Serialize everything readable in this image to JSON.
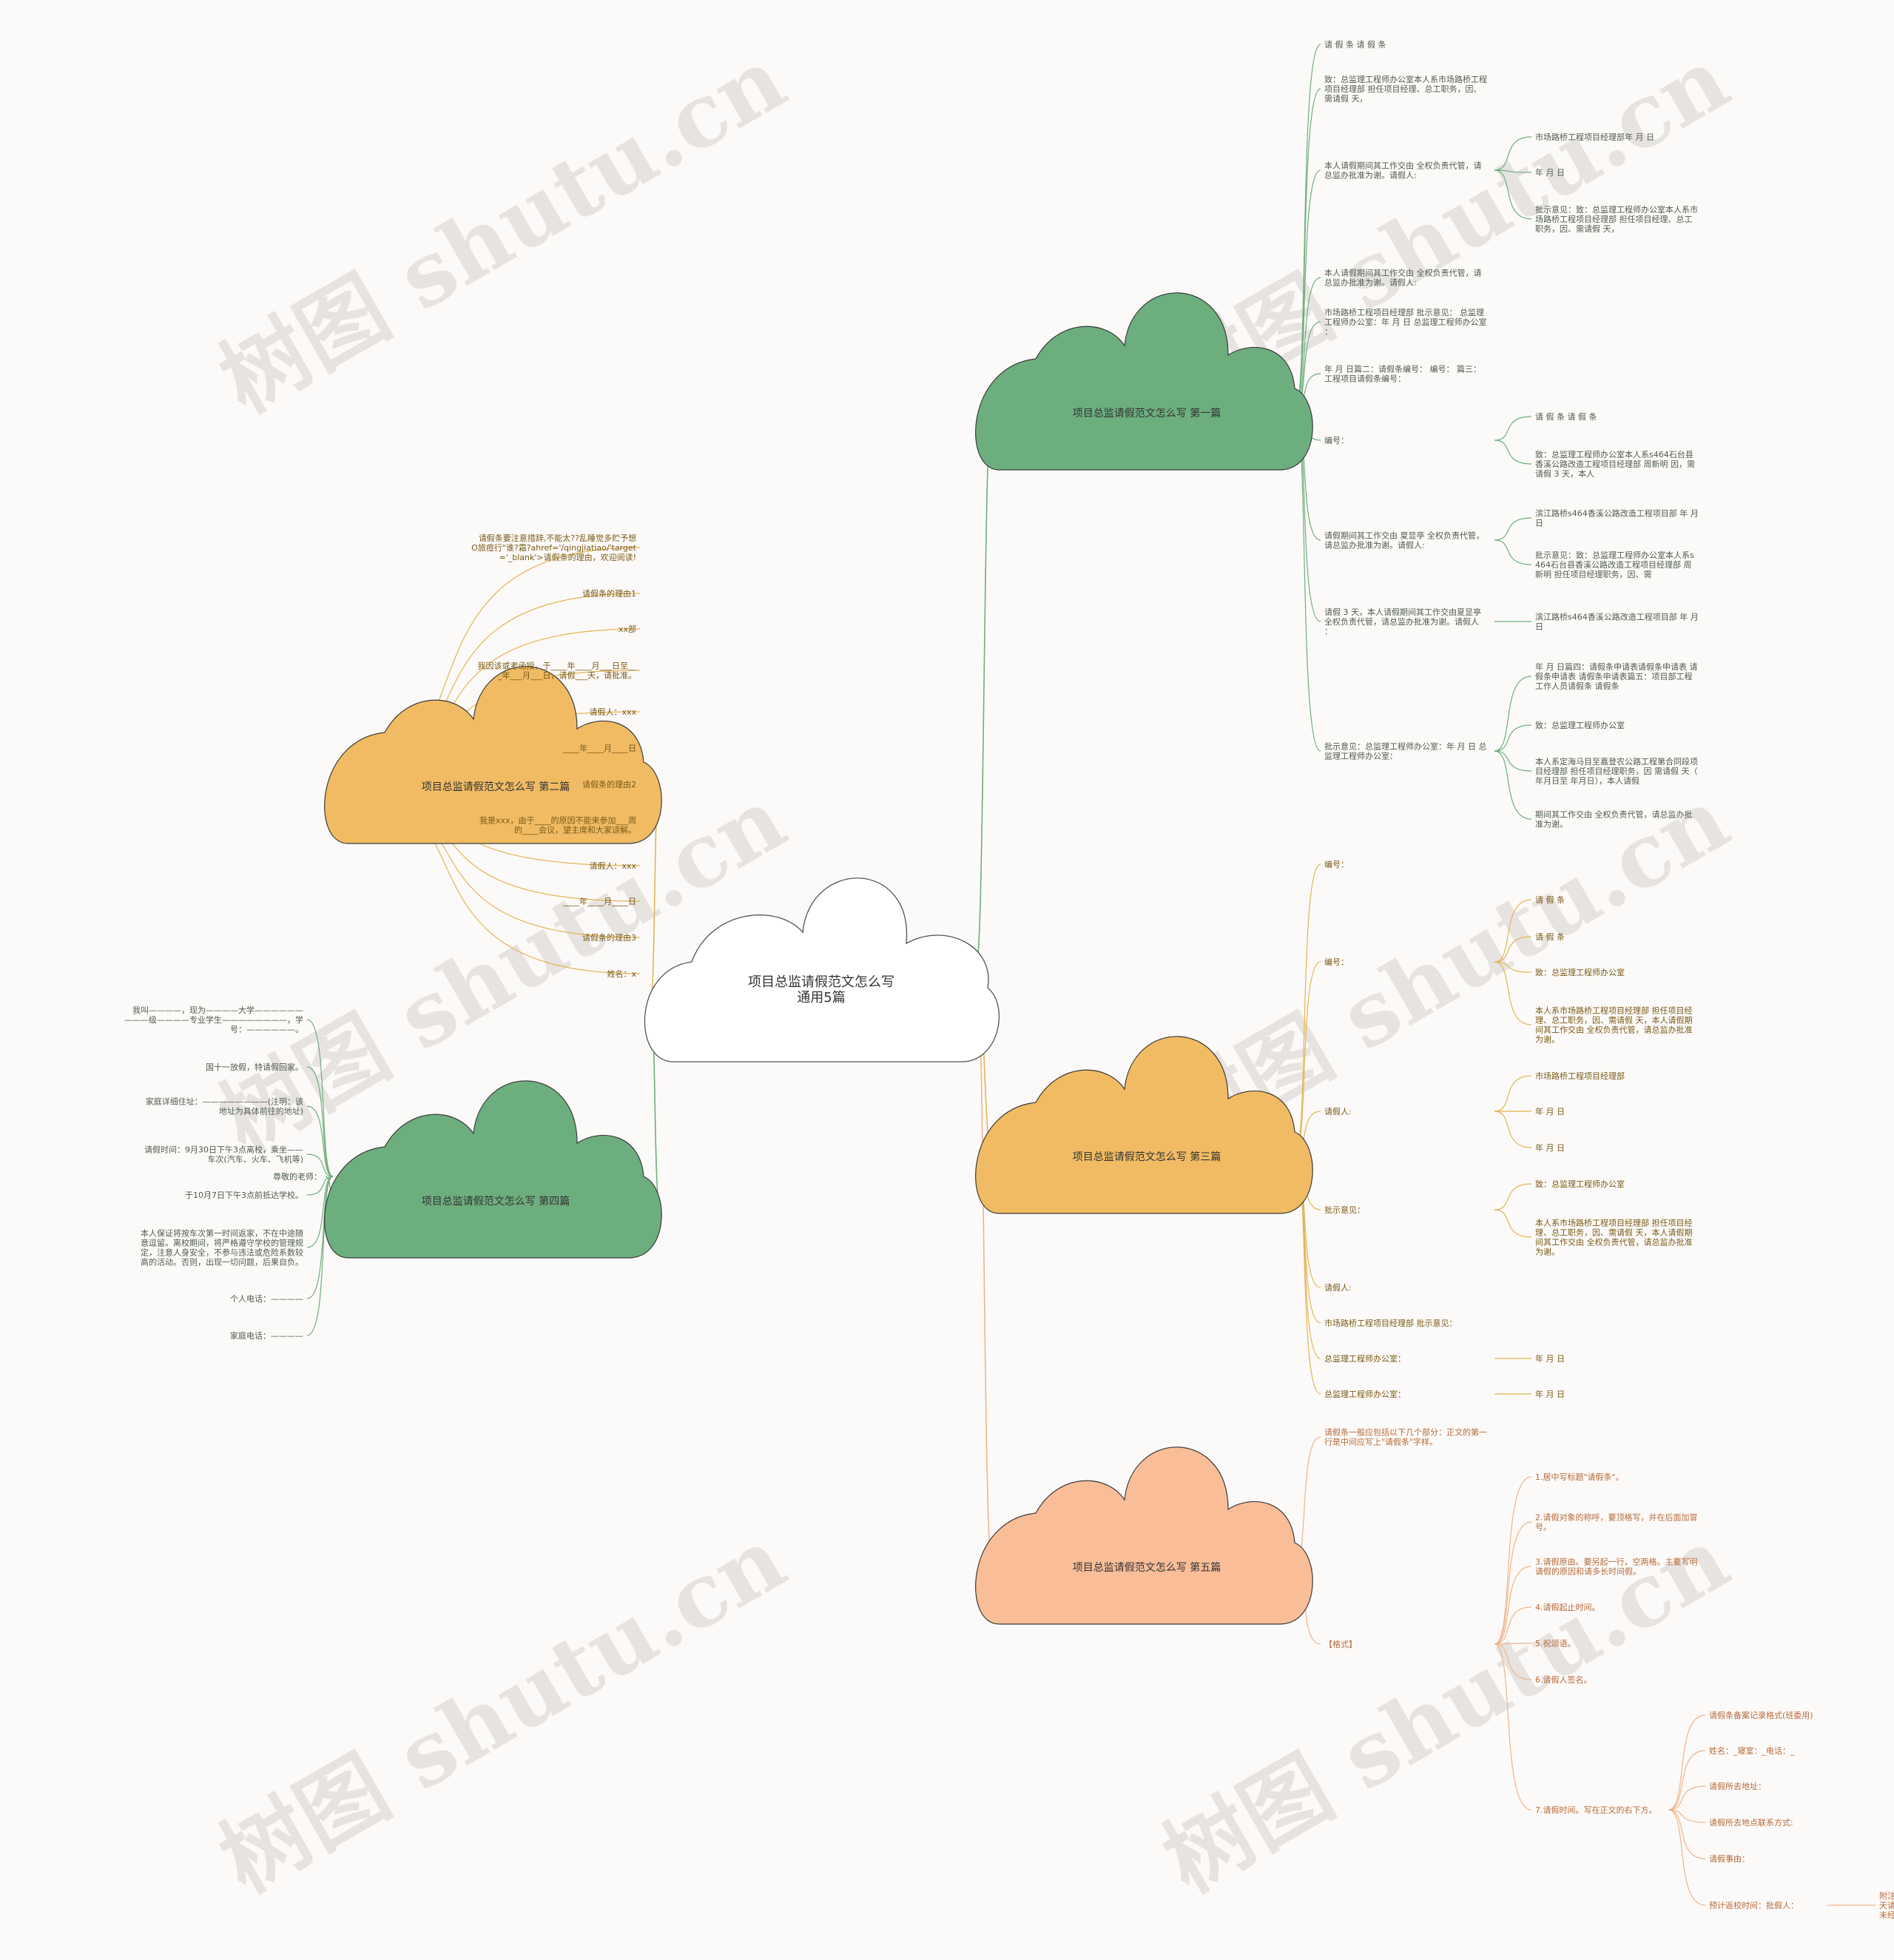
{
  "watermark": "树图 shutu.cn",
  "root": {
    "lines": [
      "项目总监请假范文怎么写",
      "通用5篇"
    ]
  },
  "colors": {
    "green": "#6dae7e",
    "orange": "#f0bb63",
    "salmon": "#f9bd98",
    "green_line": "#6dae7e",
    "orange_line": "#e3b455",
    "salmon_line": "#eeb48c",
    "green_text": "#4f5a52",
    "orange_text": "#7a5a18",
    "salmon_text": "#b56a3a"
  },
  "branches": [
    {
      "id": "b1",
      "title": "项目总监请假范文怎么写 第一篇",
      "color": "green",
      "children": [
        {
          "t": [
            "请 假 条 请 假 条"
          ]
        },
        {
          "t": [
            "致：总监理工程师办公室本人系市场路桥工程",
            "项目经理部 担任项目经理、总工职务，因、",
            "需请假 天，"
          ]
        },
        {
          "t": [
            "本人请假期间其工作交由 全权负责代管，请",
            "总监办批准为谢。请假人:"
          ],
          "children": [
            {
              "t": [
                "市场路桥工程项目经理部年 月 日"
              ]
            },
            {
              "t": [
                "年 月 日"
              ]
            },
            {
              "t": [
                "批示意见：致：总监理工程师办公室本人系市",
                "场路桥工程项目经理部 担任项目经理、总工",
                "职务，因、需请假 天，"
              ]
            }
          ]
        },
        {
          "t": [
            "本人请假期间其工作交由 全权负责代管，请",
            "总监办批准为谢。请假人:"
          ]
        },
        {
          "t": [
            "市场路桥工程项目经理部 批示意见：  总监理",
            "工程师办公室：年 月 日 总监理工程师办公室",
            "："
          ]
        },
        {
          "t": [
            "年 月 日篇二：请假条编号：  编号：  篇三：",
            "工程项目请假条编号："
          ]
        },
        {
          "t": [
            "编号："
          ],
          "children": [
            {
              "t": [
                "请 假 条 请 假 条"
              ]
            },
            {
              "t": [
                "致：总监理工程师办公室本人系s464石台县",
                "香溪公路改造工程项目经理部 周新明 因，需",
                "请假 3 天，本人"
              ]
            }
          ]
        },
        {
          "t": [
            "请假期间其工作交由 夏显亭 全权负责代管，",
            "请总监办批准为谢。请假人:"
          ],
          "children": [
            {
              "t": [
                "滨江路桥s464香溪公路改造工程项目部 年 月",
                "日"
              ]
            },
            {
              "t": [
                "批示意见：致：总监理工程师办公室本人系s",
                "464石台县香溪公路改造工程项目经理部 周",
                "新明 担任项目经理职务，因、需"
              ]
            }
          ]
        },
        {
          "t": [
            "请假 3 天，本人请假期间其工作交由夏显亭",
            "全权负责代管，请总监办批准为谢。请假人",
            "："
          ],
          "children": [
            {
              "t": [
                "滨江路桥s464香溪公路改造工程项目部 年 月",
                "日"
              ]
            }
          ]
        },
        {
          "t": [
            "批示意见：总监理工程师办公室：年 月 日 总",
            "监理工程师办公室："
          ],
          "children": [
            {
              "t": [
                "年 月 日篇四：请假条申请表请假条申请表 请",
                "假条申请表 请假条申请表篇五：项目部工程",
                "工作人员请假条 请假条"
              ]
            },
            {
              "t": [
                "致：总监理工程师办公室"
              ]
            },
            {
              "t": [
                "本人系定海马目至嘉登农公路工程第合同段项",
                "目经理部 担任项目经理职务，因 需请假 天（",
                "年月日至 年月日），本人请假"
              ]
            },
            {
              "t": [
                "期间其工作交由 全权负责代管，请总监办批",
                "准为谢。"
              ]
            }
          ]
        }
      ]
    },
    {
      "id": "b2",
      "title": "项目总监请假范文怎么写 第二篇",
      "color": "orange",
      "children": [
        {
          "t": [
            "请假条要注意措辞,不能太??乱睡觉多贮予想",
            "O旅痘行\"谁?霜?ahref='/qingjiatiao/'target",
            "='_blank'>请假条的理由，欢迎阅读!"
          ]
        },
        {
          "t": [
            "请假条的理由1"
          ]
        },
        {
          "t": [
            "xx部"
          ]
        },
        {
          "t": [
            "我因该或考函授，于____年____月___日至__",
            "_年___月___日，请假___天，请批准。"
          ]
        },
        {
          "t": [
            "请假人：xxx"
          ]
        },
        {
          "t": [
            "____年____月____日"
          ]
        },
        {
          "t": [
            "请假条的理由2"
          ]
        },
        {
          "t": [
            "我是xxx，由于____的原因不能来参加___周",
            "的____会议，望主席和大家谅解。"
          ]
        },
        {
          "t": [
            "请假人：xxx"
          ]
        },
        {
          "t": [
            "____年____月____日"
          ]
        },
        {
          "t": [
            "请假条的理由3"
          ]
        },
        {
          "t": [
            "姓名：x"
          ]
        }
      ]
    },
    {
      "id": "b3",
      "title": "项目总监请假范文怎么写 第三篇",
      "color": "orange",
      "children": [
        {
          "t": [
            "编号："
          ]
        },
        {
          "t": [
            "编号："
          ],
          "children": [
            {
              "t": [
                "请 假 条"
              ]
            },
            {
              "t": [
                "请 假 条"
              ]
            },
            {
              "t": [
                "致：总监理工程师办公室"
              ]
            },
            {
              "t": [
                "本人系市场路桥工程项目经理部 担任项目经",
                "理、总工职务，因、需请假 天，本人请假期",
                "间其工作交由 全权负责代管，请总监办批准",
                "为谢。"
              ]
            }
          ]
        },
        {
          "t": [
            "请假人:"
          ],
          "children": [
            {
              "t": [
                "市场路桥工程项目经理部"
              ]
            },
            {
              "t": [
                "年 月 日"
              ]
            },
            {
              "t": [
                "年 月 日"
              ]
            }
          ]
        },
        {
          "t": [
            "批示意见："
          ],
          "children": [
            {
              "t": [
                "致：总监理工程师办公室"
              ]
            },
            {
              "t": [
                "本人系市场路桥工程项目经理部 担任项目经",
                "理、总工职务，因、需请假 天，本人请假期",
                "间其工作交由 全权负责代管，请总监办批准",
                "为谢。"
              ]
            }
          ]
        },
        {
          "t": [
            "请假人:"
          ]
        },
        {
          "t": [
            "市场路桥工程项目经理部 批示意见："
          ]
        },
        {
          "t": [
            "总监理工程师办公室："
          ],
          "children": [
            {
              "t": [
                "年 月 日"
              ]
            }
          ]
        },
        {
          "t": [
            "总监理工程师办公室："
          ],
          "children": [
            {
              "t": [
                "年 月 日"
              ]
            }
          ]
        }
      ]
    },
    {
      "id": "b4",
      "title": "项目总监请假范文怎么写 第四篇",
      "color": "green",
      "children": [
        {
          "t": [
            "尊敬的老师："
          ],
          "children": [
            {
              "t": [
                "我叫————，现为————大学——————",
                "———级————专业学生————————，学",
                "号：——————。"
              ]
            },
            {
              "t": [
                "国十一放假，特请假回家。"
              ]
            },
            {
              "t": [
                "家庭详细住址：————————(注明：该",
                "地址为具体前往的地址)"
              ]
            },
            {
              "t": [
                "请假时间：9月30日下午3点离校，乘坐——",
                "车次(汽车、火车、飞机等)"
              ]
            },
            {
              "t": [
                "于10月7日下午3点前抵达学校。"
              ]
            },
            {
              "t": [
                "本人保证将按车次第一时间返家，不在中途随",
                "意逗留。离校期间，将严格遵守学校的管理规",
                "定，注意人身安全，不参与违法或危险系数较",
                "高的活动。否则，出现一切问题，后果自负。"
              ]
            },
            {
              "t": [
                "个人电话：————"
              ]
            },
            {
              "t": [
                "家庭电话：————"
              ]
            }
          ]
        }
      ]
    },
    {
      "id": "b5",
      "title": "项目总监请假范文怎么写 第五篇",
      "color": "salmon",
      "children": [
        {
          "t": [
            "请假条一般应包括以下几个部分：正文的第一",
            "行是中间应写上\"请假条\"字样。"
          ]
        },
        {
          "t": [
            "【格式】"
          ],
          "children": [
            {
              "t": [
                "1.居中写标题\"请假条\"。"
              ]
            },
            {
              "t": [
                "2.请假对象的称呼，要顶格写，并在后面加冒",
                "号。"
              ]
            },
            {
              "t": [
                "3.请假原由。要另起一行，空两格。主要写明",
                "请假的原因和请多长时间假。"
              ]
            },
            {
              "t": [
                "4.请假起止时间。"
              ]
            },
            {
              "t": [
                "5.祝颂语。"
              ]
            },
            {
              "t": [
                "6.请假人签名。"
              ]
            },
            {
              "t": [
                "7.请假时间。写在正文的右下方。"
              ],
              "children": [
                {
                  "t": [
                    "请假条备案记录格式(班委用)"
                  ]
                },
                {
                  "t": [
                    "姓名：_寝室：_电话：_"
                  ]
                },
                {
                  "t": [
                    "请假所去地址："
                  ]
                },
                {
                  "t": [
                    "请假所去地点联系方式:"
                  ]
                },
                {
                  "t": [
                    "请假事由："
                  ]
                },
                {
                  "t": [
                    "预计返校时间：批假人："
                  ],
                  "children": [
                    {
                      "t": [
                        "附注：请假条用黑*钢笔或圆珠笔写好，由当",
                        "天请假同学提前写好交班长签字后给班主任。",
                        "未经请假"
                      ]
                    }
                  ]
                }
              ]
            }
          ]
        }
      ]
    }
  ]
}
